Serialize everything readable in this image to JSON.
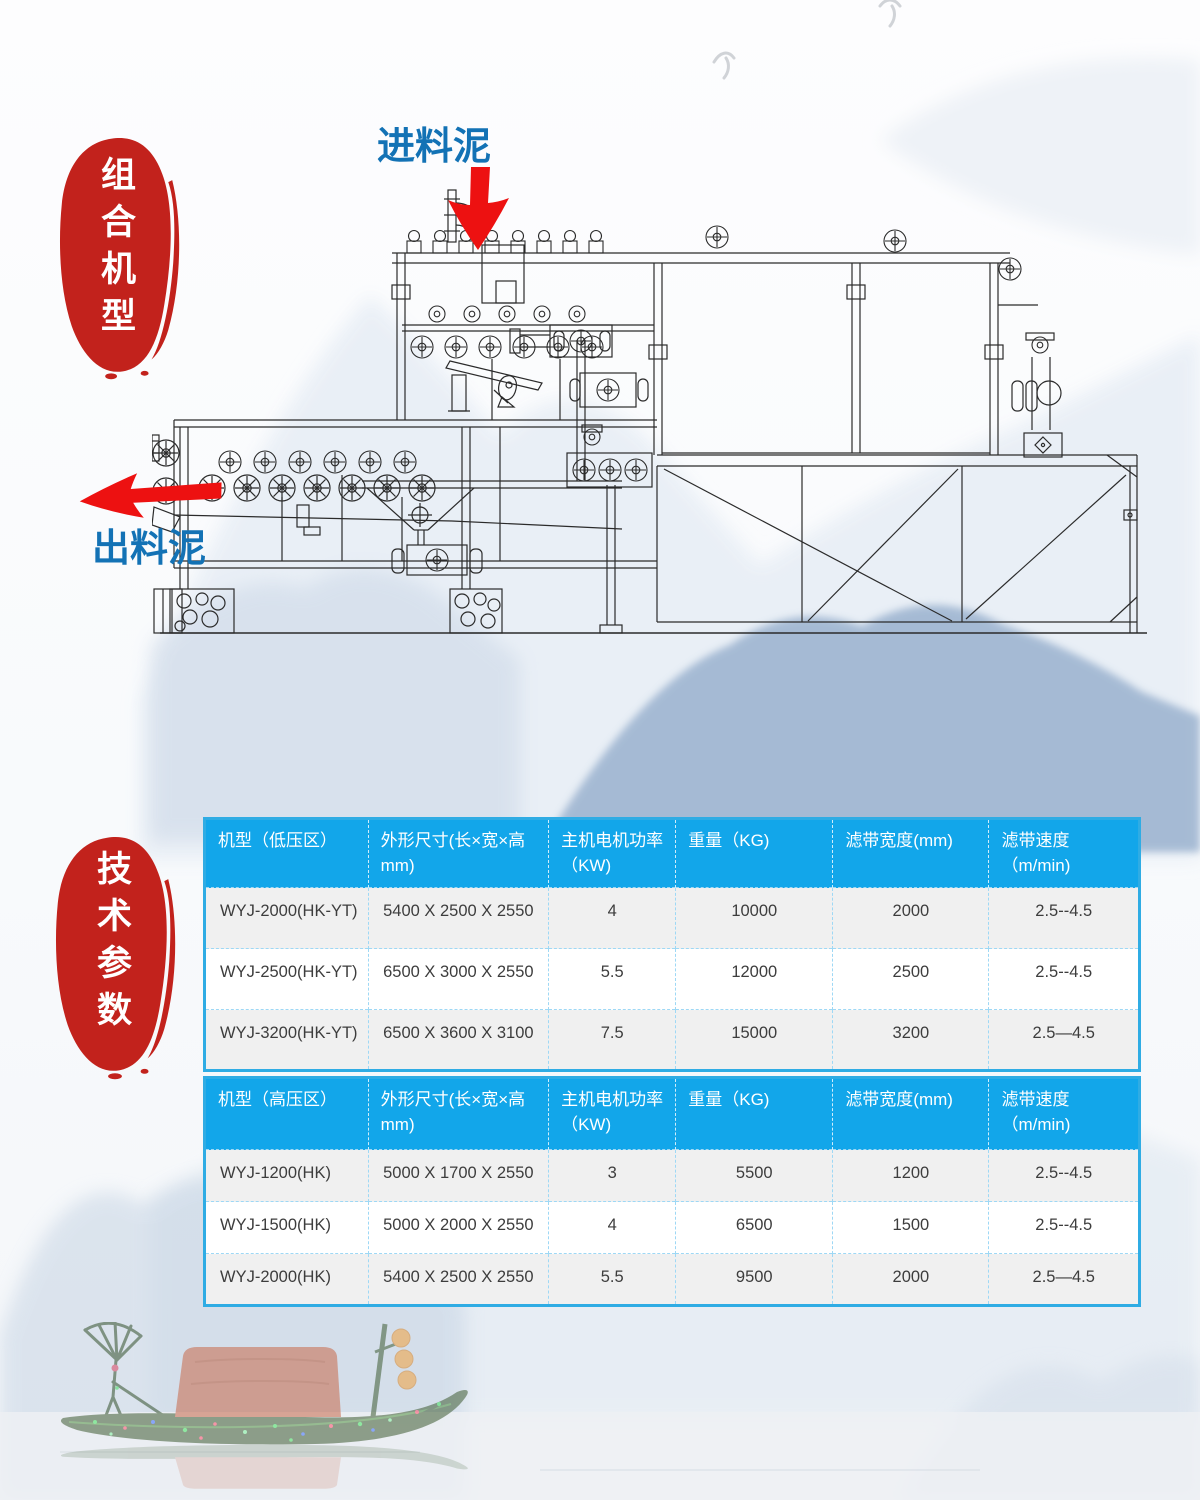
{
  "stamps": {
    "combo": "组合机型",
    "params": "技术参数"
  },
  "labels": {
    "inlet": "进料泥",
    "outlet": "出料泥"
  },
  "tables": [
    {
      "headers": [
        "机型（低压区）",
        "外形尺寸(长×宽×高mm)",
        "主机电机功率（KW)",
        "重量（KG)",
        "滤带宽度(mm)",
        "滤带速度（m/min)"
      ],
      "rows": [
        [
          "WYJ-2000(HK-YT)",
          "5400 X 2500 X 2550",
          "4",
          "10000",
          "2000",
          "2.5--4.5"
        ],
        [
          "WYJ-2500(HK-YT)",
          "6500 X 3000 X 2550",
          "5.5",
          "12000",
          "2500",
          "2.5--4.5"
        ],
        [
          "WYJ-3200(HK-YT)",
          "6500 X 3600 X 3100",
          "7.5",
          "15000",
          "3200",
          "2.5—4.5"
        ]
      ]
    },
    {
      "headers": [
        "机型（高压区）",
        "外形尺寸(长×宽×高mm)",
        "主机电机功率（KW)",
        "重量（KG)",
        "滤带宽度(mm)",
        "滤带速度（m/min)"
      ],
      "rows": [
        [
          "WYJ-1200(HK)",
          "5000 X 1700 X 2550",
          "3",
          "5500",
          "1200",
          "2.5--4.5"
        ],
        [
          "WYJ-1500(HK)",
          "5000 X 2000 X 2550",
          "4",
          "6500",
          "1500",
          "2.5--4.5"
        ],
        [
          "WYJ-2000(HK)",
          "5400 X 2500 X 2550",
          "5.5",
          "9500",
          "2000",
          "2.5—4.5"
        ]
      ]
    }
  ],
  "colors": {
    "table_header_blue": "#12A6EA",
    "table_border_blue": "#2FACE4",
    "label_blue": "#1372B5",
    "arrow_red": "#ED1111",
    "stamp_red": "#C2221C",
    "mountain_slate": "#95AECC"
  }
}
